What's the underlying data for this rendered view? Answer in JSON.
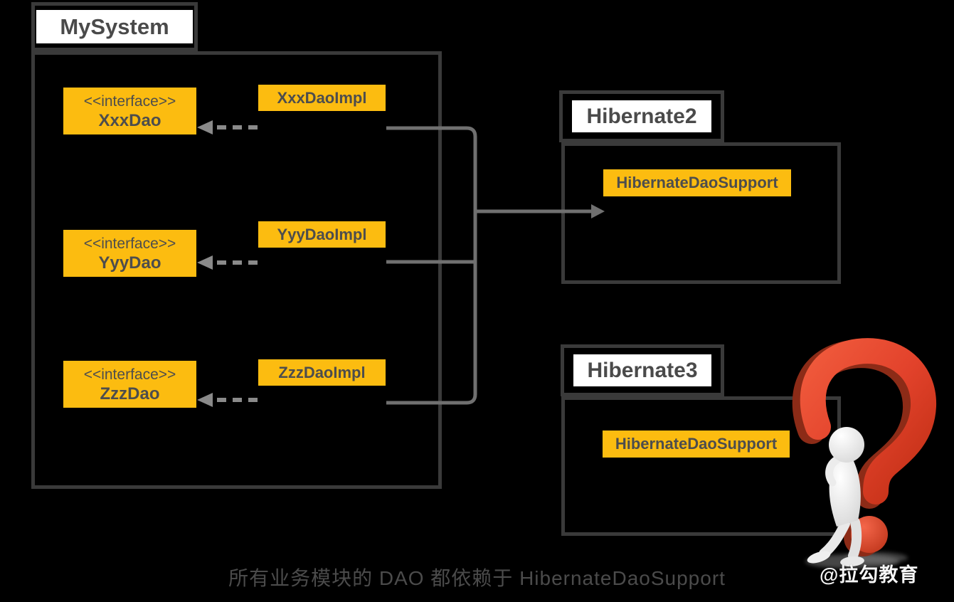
{
  "colors": {
    "background": "#000000",
    "border": "#3a3a3a",
    "tab-fill": "#ffffff",
    "tab-text": "#4a4a4a",
    "box-fill": "#fcbc10",
    "box-text": "#4d4d4d",
    "connector": "#707070",
    "dashed-arrow": "#8a8a8a",
    "caption-text": "#4b4b4b",
    "watermark-text": "#f5f5f5",
    "question-red": "#e2422b",
    "question-red-dark": "#8c2b17",
    "figure-white": "#ededed"
  },
  "packages": {
    "mysystem": {
      "label": "MySystem",
      "interfaces": [
        {
          "stereotype": "<<interface>>",
          "name": "XxxDao"
        },
        {
          "stereotype": "<<interface>>",
          "name": "YyyDao"
        },
        {
          "stereotype": "<<interface>>",
          "name": "ZzzDao"
        }
      ],
      "impls": [
        "XxxDaoImpl",
        "YyyDaoImpl",
        "ZzzDaoImpl"
      ]
    },
    "hibernate2": {
      "label": "Hibernate2",
      "class_name": "HibernateDaoSupport"
    },
    "hibernate3": {
      "label": "Hibernate3",
      "class_name": "HibernateDaoSupport"
    }
  },
  "caption": "所有业务模块的 DAO 都依赖于 HibernateDaoSupport",
  "watermark": "@拉勾教育"
}
